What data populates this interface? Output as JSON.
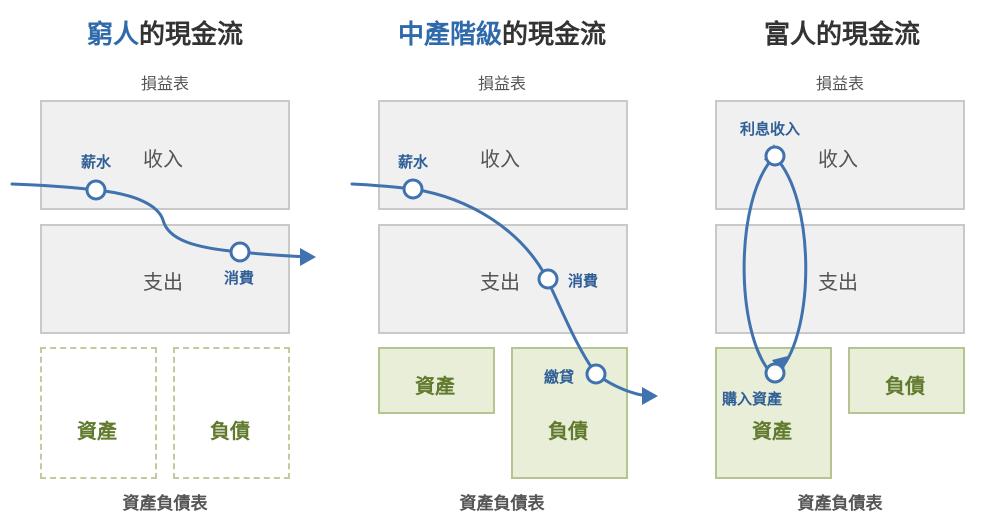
{
  "colors": {
    "flow": "#3f72ae",
    "asset_fill": "#e8eed7",
    "asset_border": "#b4c592",
    "box_fill": "#f0f0f0",
    "box_border": "#c9c9c9"
  },
  "panels": [
    {
      "title_highlight": "窮人",
      "title_rest": "的現金流",
      "income_statement_label": "損益表",
      "income_label": "收入",
      "expense_label": "支出",
      "asset_label": "資產",
      "liability_label": "負債",
      "balance_sheet_label": "資產負債表",
      "flow_labels": [
        "薪水",
        "消費"
      ]
    },
    {
      "title_highlight": "中產階級",
      "title_rest": "的現金流",
      "income_statement_label": "損益表",
      "income_label": "收入",
      "expense_label": "支出",
      "asset_label": "資產",
      "liability_label": "負債",
      "balance_sheet_label": "資產負債表",
      "flow_labels": [
        "薪水",
        "消費",
        "繳貸"
      ]
    },
    {
      "title_highlight": "",
      "title_rest": "富人的現金流",
      "income_statement_label": "損益表",
      "income_label": "收入",
      "expense_label": "支出",
      "asset_label": "資產",
      "liability_label": "負債",
      "balance_sheet_label": "資產負債表",
      "flow_labels": [
        "利息收入",
        "購入資產"
      ]
    }
  ]
}
